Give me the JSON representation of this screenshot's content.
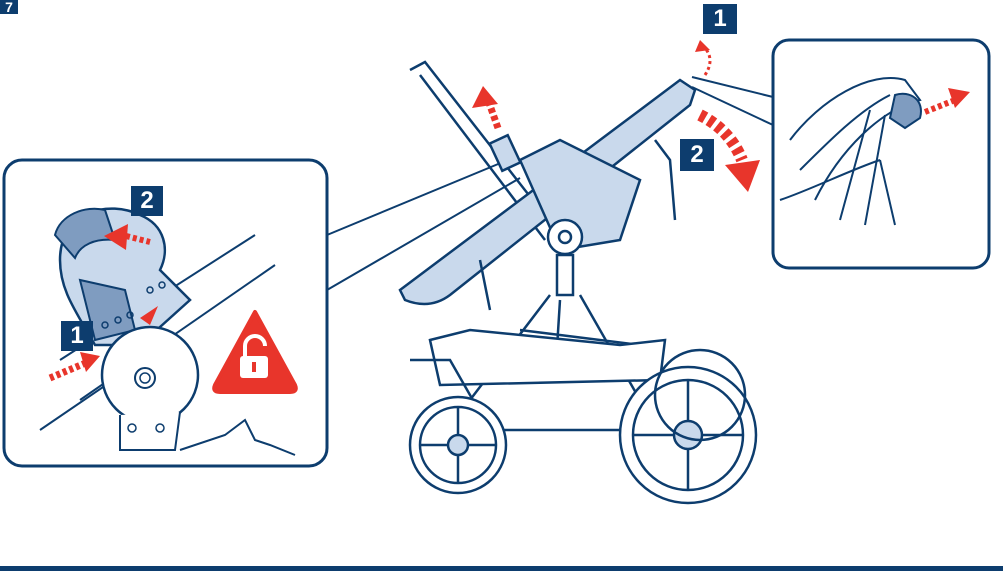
{
  "step": {
    "number": "7"
  },
  "callouts": {
    "top_action_1": "1",
    "top_action_2": "2",
    "detail_action_1": "1",
    "detail_action_2": "2"
  },
  "colors": {
    "brand_blue": "#0d3d6e",
    "arrow_red": "#e8352b",
    "fill_light_blue": "#c9d9ec",
    "fill_mid_blue": "#7f9cc0",
    "line": "#0d3d6e"
  },
  "icons": {
    "unlock": "unlock-warning-icon"
  }
}
